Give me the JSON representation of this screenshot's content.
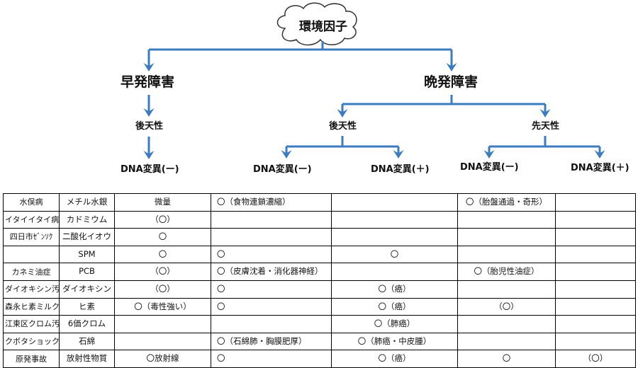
{
  "tree": {
    "root": "環境因子",
    "early": "早発障害",
    "late": "晩発障害",
    "early_acquired": "後天性",
    "late_acquired": "後天性",
    "late_congenital": "先天性",
    "dna_early": "DNA変異(ー)",
    "dna_acq_neg": "DNA変異(ー)",
    "dna_acq_pos": "DNA変異(＋)",
    "dna_con_neg": "DNA変異(ー)",
    "dna_con_pos": "DNA変異(＋)"
  },
  "table": {
    "rows": [
      [
        "水俣病",
        "メチル水銀",
        "微量",
        "〇（食物連鎖濃縮）",
        "",
        "〇（胎盤通過・奇形）",
        ""
      ],
      [
        "イタイイタイ病",
        "カドミウム",
        "（〇）",
        "",
        "",
        "",
        ""
      ],
      [
        "四日市ｾﾞﾝｿｸ",
        "二酸化イオウ",
        "〇",
        "",
        "",
        "",
        ""
      ],
      [
        "",
        "SPM",
        "〇",
        "〇",
        "〇",
        "",
        ""
      ],
      [
        "カネミ油症",
        "PCB",
        "（〇）",
        "〇（皮膚沈着・消化器神経）",
        "",
        "〇（胎児性油症）",
        ""
      ],
      [
        "ダイオキシン汚染",
        "ダイオキシン",
        "（〇）",
        "〇",
        "〇（癌）",
        "",
        ""
      ],
      [
        "森永ヒ素ミルク",
        "ヒ素",
        "〇（毒性強い）",
        "〇",
        "〇（癌）",
        "（〇）",
        ""
      ],
      [
        "江東区クロム汚染",
        "6価クロム",
        "",
        "",
        "〇（肺癌）",
        "",
        ""
      ],
      [
        "クボタショック",
        "石綿",
        "",
        "〇（石綿肺・胸膜肥厚）",
        "〇（肺癌・中皮腫）",
        "",
        ""
      ],
      [
        "原発事故",
        "放射性物質",
        "〇放射線",
        "〇",
        "〇（癌）",
        "〇",
        "（〇）"
      ]
    ]
  }
}
